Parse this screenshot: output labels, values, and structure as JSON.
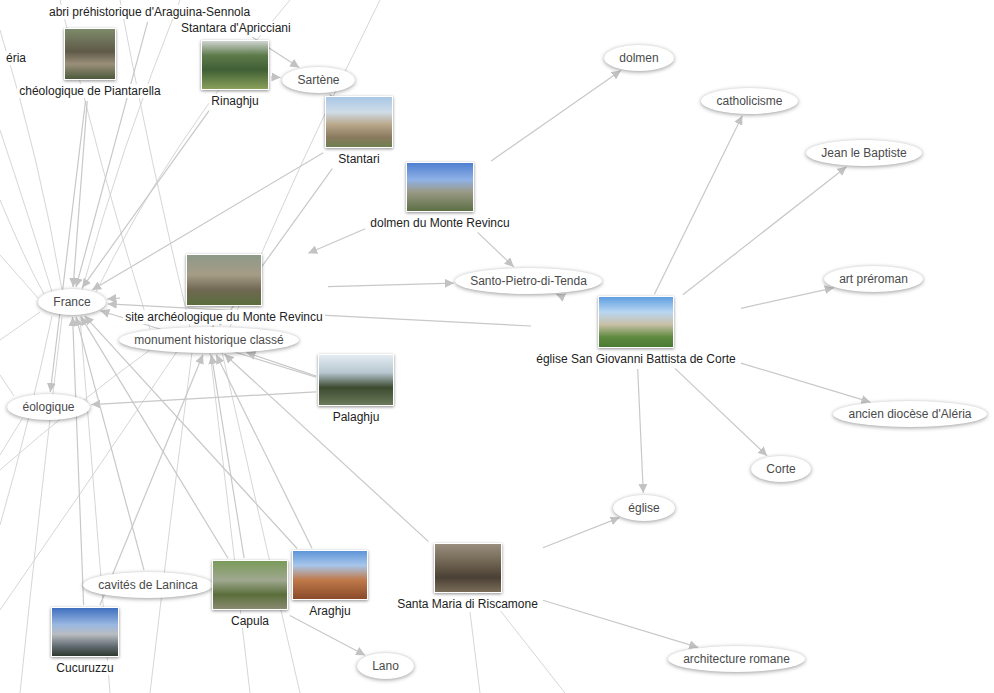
{
  "diagram": {
    "nodes": [
      {
        "text": [
          "abri préhistorique d'Araguina-Sennola"
        ]
      },
      {
        "text": [
          "Stantara d'Apricciani"
        ]
      },
      {
        "text": [
          "éria"
        ]
      },
      {
        "text": [
          "chéologique de Piantarella"
        ]
      },
      {
        "text": [
          "Rinaghju"
        ]
      },
      {
        "text": [
          "Sartène"
        ]
      },
      {
        "text": [
          "dolmen"
        ]
      },
      {
        "text": [
          "Stantari"
        ]
      },
      {
        "text": [
          "catholicisme"
        ]
      },
      {
        "text": [
          "Jean le Baptiste"
        ]
      },
      {
        "text": [
          "dolmen du Monte Revincu"
        ]
      },
      {
        "text": [
          "site archéologique du Monte Revincu"
        ]
      },
      {
        "text": [
          "art préroman"
        ]
      },
      {
        "text": [
          "Santo-Pietro-di-Tenda"
        ]
      },
      {
        "text": [
          "France"
        ]
      },
      {
        "text": [
          "église San Giovanni Battista de Corte"
        ]
      },
      {
        "text": [
          "monument historique classé"
        ]
      },
      {
        "text": [
          "éologique"
        ]
      },
      {
        "text": [
          "Palaghju"
        ]
      },
      {
        "text": [
          "ancien diocèse d'Aléria"
        ]
      },
      {
        "text": [
          "Corte"
        ]
      },
      {
        "text": [
          "église"
        ]
      },
      {
        "text": [
          "Santa Maria di Riscamone"
        ]
      },
      {
        "text": [
          "Araghju"
        ]
      },
      {
        "text": [
          "cavités de Laninca"
        ]
      },
      {
        "text": [
          "Capula"
        ]
      },
      {
        "text": [
          "Cucuruzzu"
        ]
      },
      {
        "text": [
          "Lano"
        ]
      },
      {
        "text": [
          "architecture romane"
        ]
      }
    ],
    "edges": [
      {
        "from": 7,
        "to": 5,
        "arrow": "to"
      },
      {
        "from": 1,
        "to": 5,
        "arrow": "to"
      },
      {
        "from": 4,
        "to": 5,
        "arrow": "to"
      },
      {
        "from": 10,
        "to": 6,
        "arrow": "to"
      },
      {
        "from": 10,
        "to": 13,
        "arrow": "to"
      },
      {
        "from": 10,
        "to": 11,
        "arrow": "to"
      },
      {
        "from": 11,
        "to": 14,
        "arrow": "to"
      },
      {
        "from": 11,
        "to": 13,
        "arrow": "to"
      },
      {
        "from": 11,
        "to": 16,
        "arrow": "to"
      },
      {
        "from": 15,
        "to": 8,
        "arrow": "to"
      },
      {
        "from": 15,
        "to": 9,
        "arrow": "to"
      },
      {
        "from": 15,
        "to": 12,
        "arrow": "to"
      },
      {
        "from": 15,
        "to": 19,
        "arrow": "to"
      },
      {
        "from": 15,
        "to": 20,
        "arrow": "to"
      },
      {
        "from": 15,
        "to": 21,
        "arrow": "to"
      },
      {
        "from": 15,
        "to": 13,
        "arrow": "to"
      },
      {
        "from": 15,
        "to": 14,
        "arrow": "to"
      },
      {
        "from": 18,
        "to": 16,
        "arrow": "to"
      },
      {
        "from": 18,
        "to": 17,
        "arrow": "to"
      },
      {
        "from": 18,
        "to": 14,
        "arrow": "to"
      },
      {
        "from": 22,
        "to": 21,
        "arrow": "to"
      },
      {
        "from": 22,
        "to": 28,
        "arrow": "to"
      },
      {
        "from": 22,
        "to": 16,
        "arrow": "to"
      },
      {
        "from": 25,
        "to": 14,
        "arrow": "to"
      },
      {
        "from": 25,
        "to": 16,
        "arrow": "to"
      },
      {
        "from": 25,
        "to": 27,
        "arrow": "to"
      },
      {
        "from": 23,
        "to": 16,
        "arrow": "to"
      },
      {
        "from": 23,
        "to": 14,
        "arrow": "to"
      },
      {
        "from": 26,
        "to": 14,
        "arrow": "to"
      },
      {
        "from": 26,
        "to": 16,
        "arrow": "to"
      },
      {
        "from": 24,
        "to": 14,
        "arrow": "to"
      },
      {
        "from": 7,
        "to": 14,
        "arrow": "to"
      },
      {
        "from": 7,
        "to": 16,
        "arrow": "to"
      },
      {
        "from": 4,
        "to": 14,
        "arrow": "to"
      },
      {
        "from": 3,
        "to": 14,
        "arrow": "to"
      },
      {
        "from": 3,
        "to": 17,
        "arrow": "to"
      },
      {
        "from": 0,
        "to": 14,
        "arrow": "to"
      }
    ]
  }
}
